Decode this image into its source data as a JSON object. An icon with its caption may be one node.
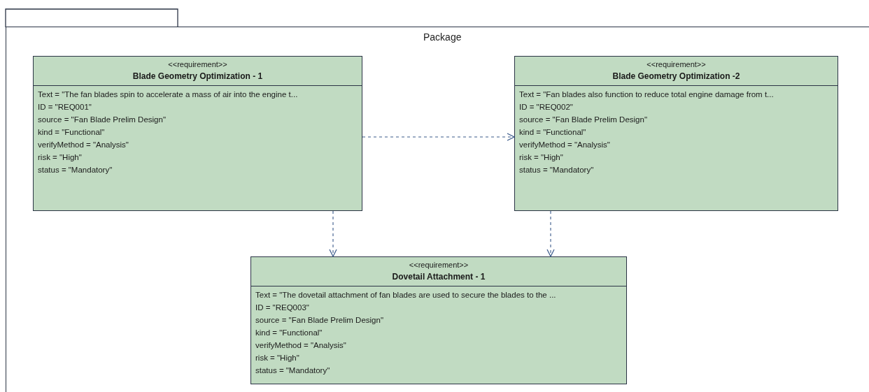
{
  "diagram": {
    "nodes": [
      {
        "text": [
          "Package"
        ]
      },
      {
        "text": [
          "<<requirement>>",
          "Blade Geometry Optimization - 1",
          "Text = \"The fan blades spin to accelerate a mass of air into the engine t...",
          "ID = \"REQ001\"",
          "source = \"Fan Blade Prelim Design\"",
          "kind = \"Functional\"",
          "verifyMethod = \"Analysis\"",
          "risk = \"High\"",
          "status = \"Mandatory\""
        ],
        "in": 0
      },
      {
        "text": [
          "<<requirement>>",
          "Blade Geometry Optimization -2",
          "Text = \"Fan blades also function to reduce total engine damage from t...",
          "ID = \"REQ002\"",
          "source = \"Fan Blade Prelim Design\"",
          "kind = \"Functional\"",
          "verifyMethod = \"Analysis\"",
          "risk = \"High\"",
          "status = \"Mandatory\""
        ],
        "in": 0
      },
      {
        "text": [
          "<<requirement>>",
          "Dovetail Attachment - 1",
          "Text = \"The dovetail attachment of fan blades are used to secure the blades to the ...",
          "ID = \"REQ003\"",
          "source = \"Fan Blade Prelim Design\"",
          "kind = \"Functional\"",
          "verifyMethod = \"Analysis\"",
          "risk = \"High\"",
          "status = \"Mandatory\""
        ],
        "in": 0
      }
    ],
    "edges": [
      {
        "from": 1,
        "to": 2,
        "arrow": "to",
        "style": "dashed"
      },
      {
        "from": 1,
        "to": 3,
        "arrow": "to",
        "style": "dashed"
      },
      {
        "from": 2,
        "to": 3,
        "arrow": "to",
        "style": "dashed"
      }
    ]
  }
}
